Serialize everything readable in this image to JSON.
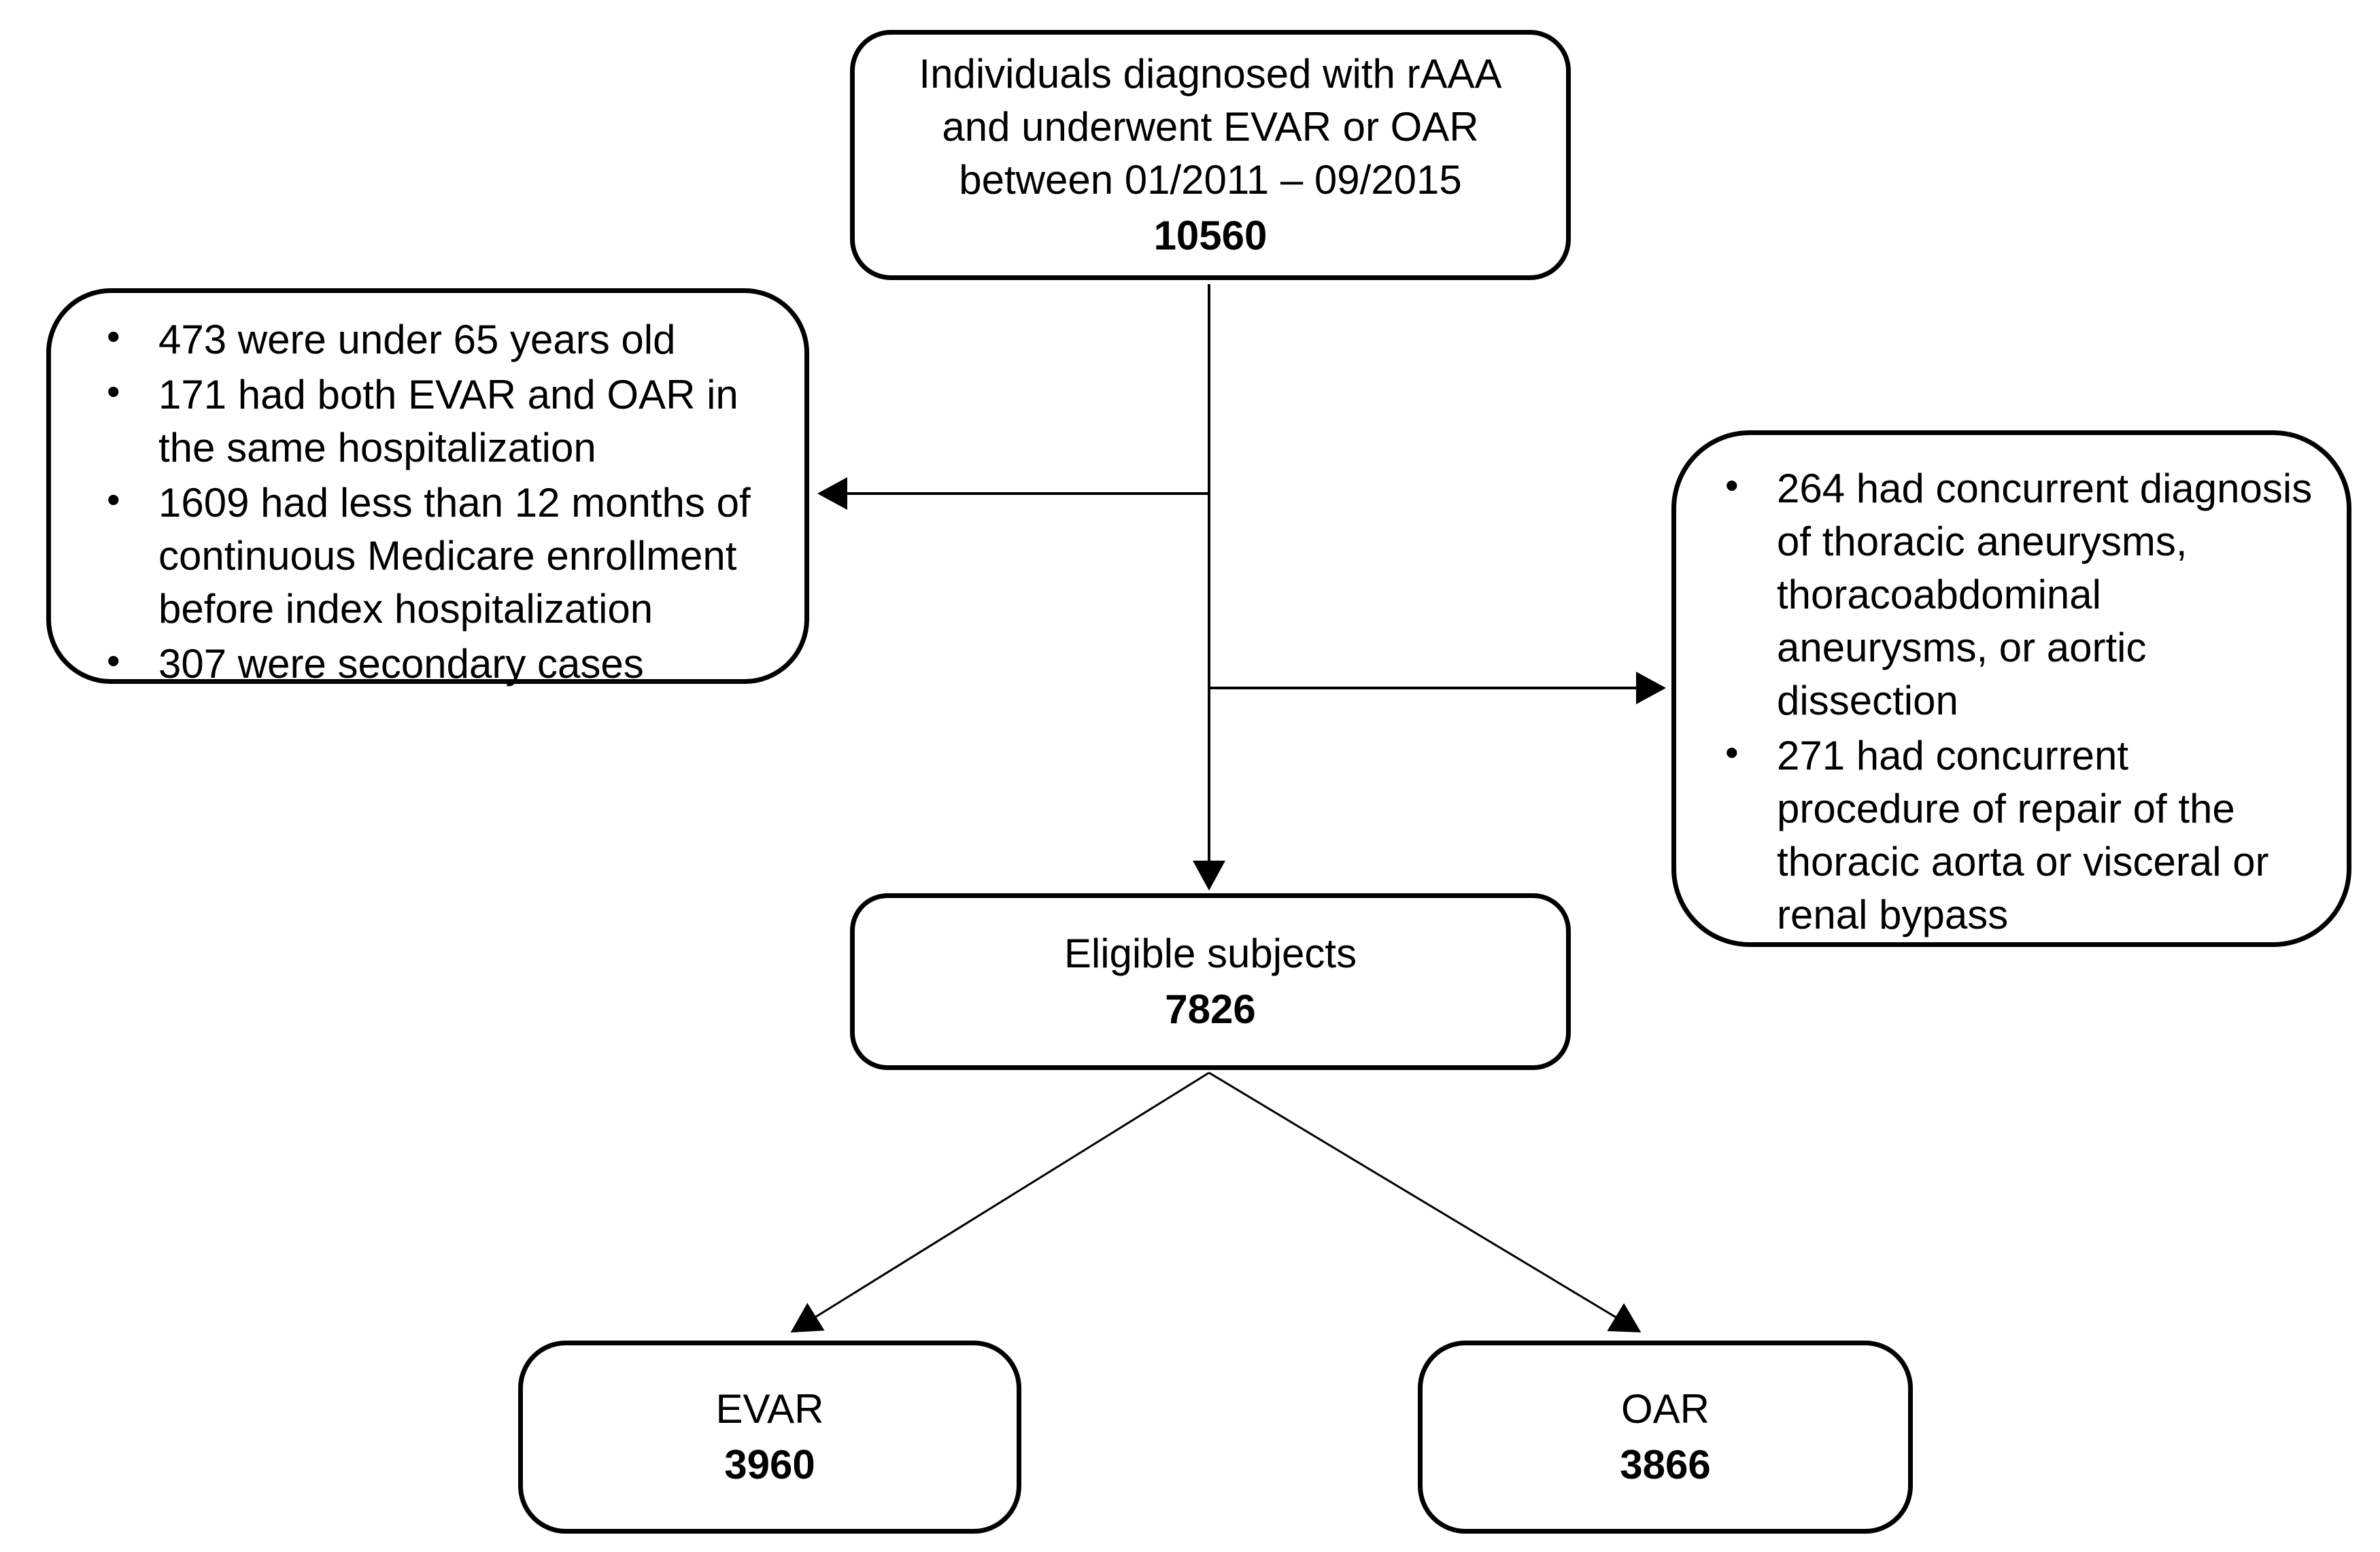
{
  "diagram": {
    "type": "study-flowchart",
    "background_color": "#ffffff",
    "ink_color": "#000000",
    "nodes": {
      "source": {
        "text": "Individuals diagnosed with rAAA\nand underwent EVAR or OAR\nbetween 01/2011 – 09/2015",
        "count": "10560"
      },
      "exclusions_left": {
        "items": [
          "473 were under 65 years old",
          "171 had both EVAR and OAR in\nthe same hospitalization",
          "1609 had less than 12 months of\ncontinuous Medicare enrollment\nbefore index hospitalization",
          "307 were secondary cases"
        ]
      },
      "exclusions_right": {
        "items": [
          "264 had concurrent diagnosis\nof thoracic aneurysms,\nthoracoabdominal\naneurysms, or aortic\ndissection",
          "271 had concurrent\nprocedure of repair of the\nthoracic aorta or visceral or\nrenal bypass"
        ]
      },
      "eligible": {
        "label": "Eligible subjects",
        "count": "7826"
      },
      "evar": {
        "label": "EVAR",
        "count": "3960"
      },
      "oar": {
        "label": "OAR",
        "count": "3866"
      }
    },
    "edges": [
      {
        "from": "source",
        "to": "eligible"
      },
      {
        "from": "source",
        "to": "exclusions_left"
      },
      {
        "from": "source",
        "to": "exclusions_right"
      },
      {
        "from": "eligible",
        "to": "evar"
      },
      {
        "from": "eligible",
        "to": "oar"
      }
    ]
  }
}
